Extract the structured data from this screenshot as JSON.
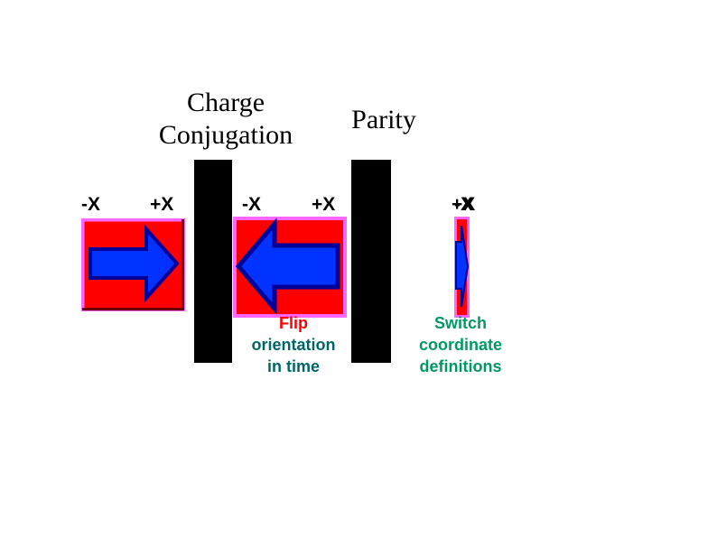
{
  "titles": {
    "charge_conjugation": [
      "Charge",
      "Conjugation"
    ],
    "parity": "Parity"
  },
  "labels": {
    "minus_x": "-X",
    "plus_x": "+X"
  },
  "notes": {
    "flip": [
      "Flip",
      "orientation",
      "in time"
    ],
    "switch": [
      "Switch",
      "coordinate",
      "definitions"
    ]
  },
  "colors": {
    "box_fill": "#ff0000",
    "box_border": "#ff66ff",
    "arrow_fill": "#0033ff",
    "arrow_stroke": "#000099",
    "barrier": "#000000",
    "note_text_flip": "#ff0000",
    "note_text_switch": "#009966"
  },
  "icons": {
    "right_arrow": "arrow-right-icon",
    "left_arrow": "arrow-left-icon"
  }
}
